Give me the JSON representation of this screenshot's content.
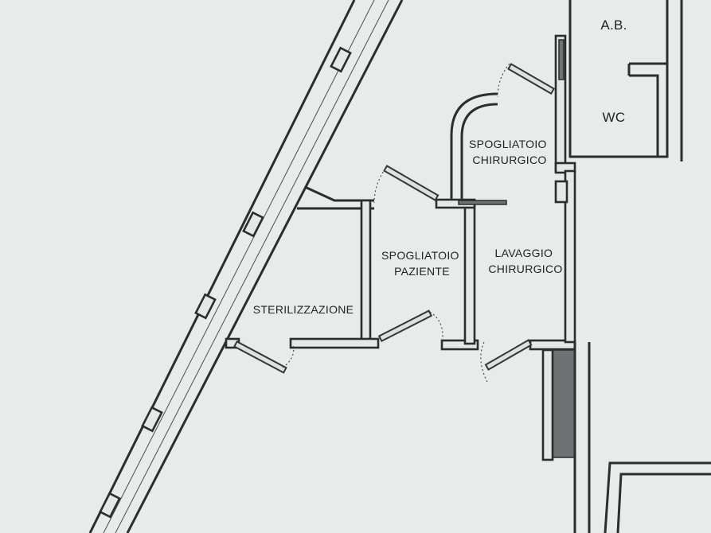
{
  "rooms": {
    "ab": "A.B.",
    "wc": "WC",
    "spogliatoio_chirurgico": [
      "SPOGLIATOIO",
      "CHIRURGICO"
    ],
    "spogliatoio_paziente": [
      "SPOGLIATOIO",
      "PAZIENTE"
    ],
    "lavaggio_chirurgico": [
      "LAVAGGIO",
      "CHIRURGICO"
    ],
    "sterilizzazione": "STERILIZZAZIONE"
  }
}
